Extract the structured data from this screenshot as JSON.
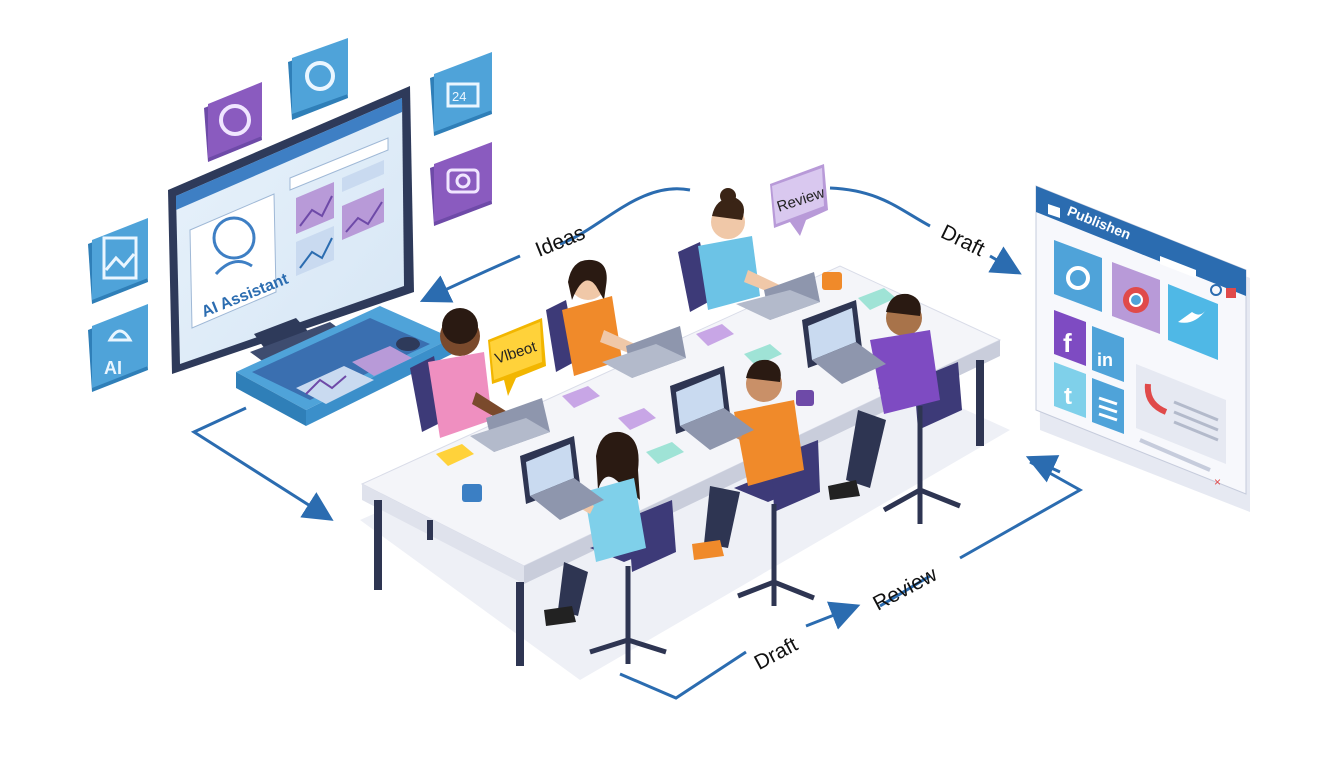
{
  "monitor": {
    "screen_label": "AI Assistant",
    "side_tiles": [
      {
        "icon": "headset-icon"
      },
      {
        "icon": "robot-face-icon"
      },
      {
        "icon": "247-support-icon",
        "label": "24"
      },
      {
        "icon": "camera-icon"
      },
      {
        "icon": "image-icon"
      },
      {
        "icon": "ai-bell-icon",
        "label": "AI"
      }
    ]
  },
  "workflow": {
    "ideas_label": "Ideas",
    "draft_top_label": "Draft",
    "review_bubble": "Review",
    "video_bubble": "Vlbeot",
    "draft_bottom_label": "Draft",
    "review_bottom_label": "Review"
  },
  "publisher": {
    "title": "Publishen",
    "apps": [
      "network-icon",
      "chrome-icon",
      "facebook-icon",
      "linkedin-icon",
      "twitter-icon",
      "tumblr-icon",
      "list-icon",
      "phone-icon"
    ],
    "fb_glyph": "f",
    "in_glyph": "in",
    "t_glyph": "t"
  },
  "colors": {
    "accent_blue": "#2b6cb0",
    "tile_blue": "#4fa3d9",
    "tile_purple": "#8a5bbf",
    "table": "#f4f5f9",
    "chair": "#3d3a78"
  }
}
